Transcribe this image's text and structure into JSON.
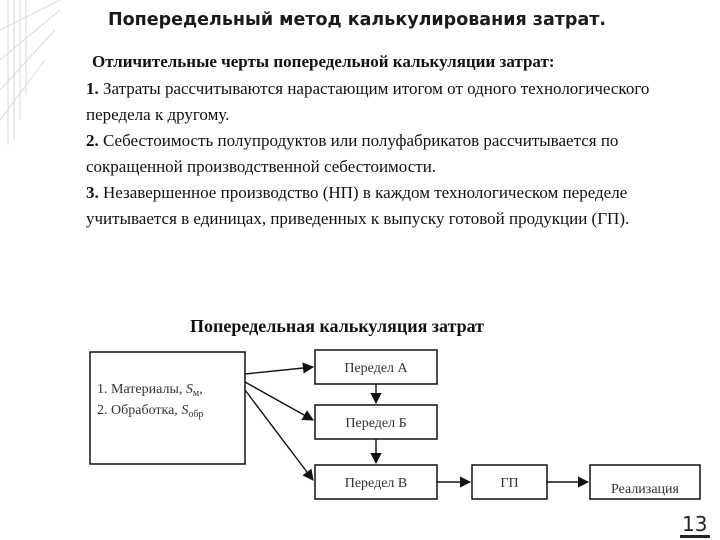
{
  "title": "Попередельный метод  калькулирования затрат.",
  "subtitle": "Отличительные черты попередельной калькуляции затрат:",
  "points": [
    {
      "num": "1.",
      "text": " Затраты рассчитываются нарастающим итогом от одного технологического передела к другому."
    },
    {
      "num": "2.",
      "text": " Себестоимость полупродуктов или полуфабрикатов рассчитывается по сокращенной производственной себестоимости."
    },
    {
      "num": "3.",
      "text": " Незавершенное производство (НП) в каждом технологическом переделе учитывается в единицах, приведенных к выпуску готовой продукции (ГП)."
    }
  ],
  "diagram": {
    "title": "Попередельная калькуляция затрат",
    "input_line1_prefix": "1. Материалы, ",
    "input_line1_var": "S",
    "input_line1_sub": "м",
    "input_line1_suffix": ",",
    "input_line2_prefix": "2. Обработка, ",
    "input_line2_var": "S",
    "input_line2_sub": "обр",
    "stage_a": "Передел А",
    "stage_b": "Передел Б",
    "stage_v": "Передел В",
    "gp": "ГП",
    "realization": "Реализация"
  },
  "page_number": "13"
}
